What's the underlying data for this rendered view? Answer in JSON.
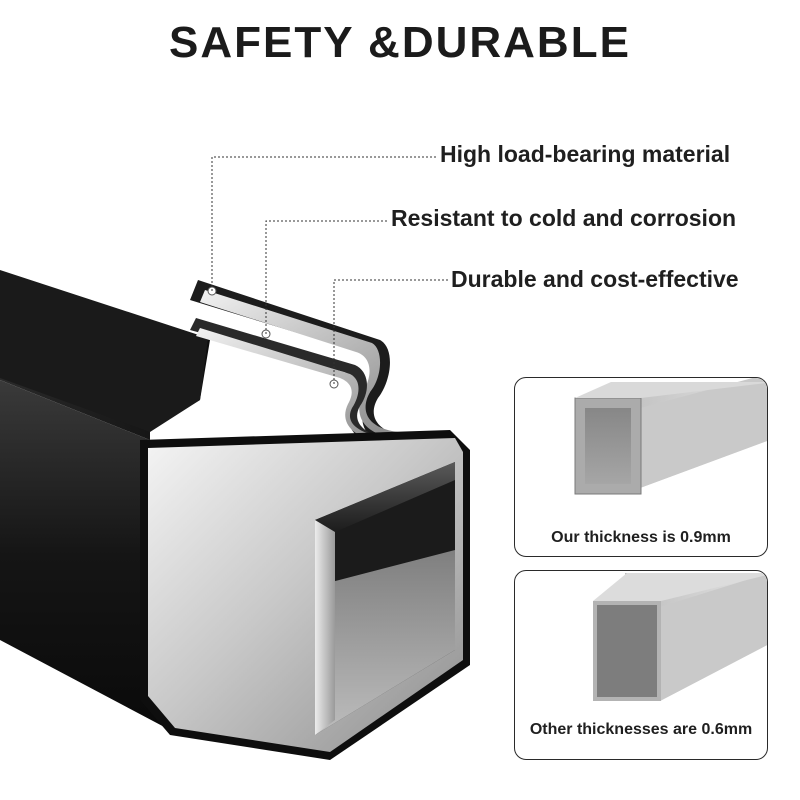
{
  "title": "SAFETY &DURABLE",
  "callouts": [
    "High load-bearing material",
    "Resistant to cold and corrosion",
    "Durable and cost-effective"
  ],
  "comparison": {
    "ours": "Our thickness is 0.9mm",
    "others": "Other thicknesses are 0.6mm"
  }
}
